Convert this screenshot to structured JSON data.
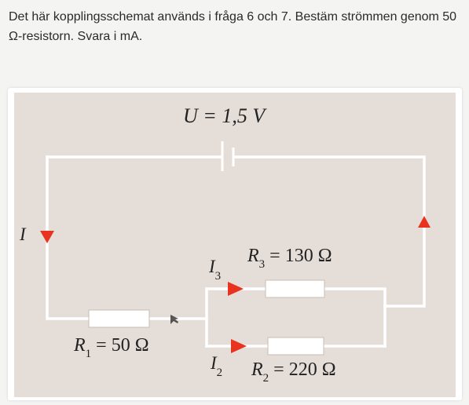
{
  "question": {
    "text": "Det här kopplingsschemat används i fråga 6 och 7.  Bestäm strömmen genom 50 Ω-resistorn. Svara i mA."
  },
  "circuit": {
    "voltage_label": "U = 1,5 V",
    "current_main": "I",
    "current_3": "I",
    "current_3_sub": "3",
    "current_2": "I",
    "current_2_sub": "2",
    "r1": {
      "letter": "R",
      "sub": "1",
      "value": " = 50 Ω"
    },
    "r2": {
      "letter": "R",
      "sub": "2",
      "value": " = 220 Ω"
    },
    "r3": {
      "letter": "R",
      "sub": "3",
      "value": " = 130 Ω"
    }
  },
  "colors": {
    "wire": "#ffffff",
    "arrow": "#e8341f",
    "background": "#e4ddd8"
  }
}
